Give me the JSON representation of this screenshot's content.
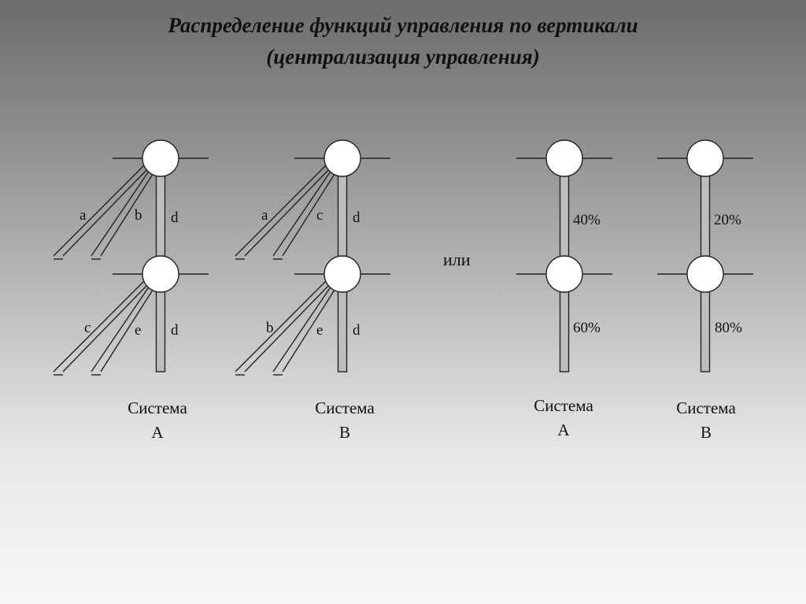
{
  "title": {
    "line1": "Распределение функций управления по вертикали",
    "line2": "(централизация управления)"
  },
  "separator_text": "или",
  "left_group": [
    {
      "caption_line1": "Система",
      "caption_line2": "A",
      "upper_labels": [
        "a",
        "b",
        "d"
      ],
      "lower_labels": [
        "c",
        "e",
        "d"
      ]
    },
    {
      "caption_line1": "Система",
      "caption_line2": "B",
      "upper_labels": [
        "a",
        "c",
        "d"
      ],
      "lower_labels": [
        "b",
        "e",
        "d"
      ]
    }
  ],
  "right_group": [
    {
      "caption_line1": "Система",
      "caption_line2": "A",
      "upper_share": "40%",
      "lower_share": "60%"
    },
    {
      "caption_line1": "Система",
      "caption_line2": "B",
      "upper_share": "20%",
      "lower_share": "80%"
    }
  ]
}
